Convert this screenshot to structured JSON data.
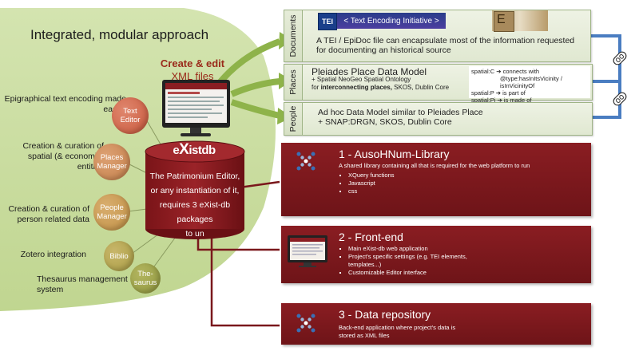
{
  "main_title": "Integrated, modular approach",
  "create_edit": {
    "line1": "Create & edit",
    "line2": "XML files"
  },
  "features": [
    "Epigraphical text encoding made easier",
    "Creation & curation of spatial (& economic) entities",
    "Creation & curation of person related data",
    "Zotero integration",
    "Thesaurus management system"
  ],
  "modules": [
    {
      "line1": "Text",
      "line2": "Editor"
    },
    {
      "line1": "Places",
      "line2": "Manager"
    },
    {
      "line1": "People",
      "line2": "Manager"
    },
    {
      "line1": "Biblio",
      "line2": ""
    },
    {
      "line1": "The-",
      "line2": "saurus"
    }
  ],
  "db": {
    "logo_prefix": "e",
    "logo_cap": "X",
    "logo_suffix": "istdb",
    "text_lines": [
      "The Patrimonium Editor,",
      "or any instantiation of it,",
      "requires 3 eXist-db packages",
      "to  un"
    ]
  },
  "panels": {
    "documents": {
      "label": "Documents",
      "tei_logo": "TEI",
      "tei_banner": "< Text Encoding Initiative >",
      "text": "A TEI / EpiDoc file can encapsulate most of the information requested for documenting an historical source"
    },
    "places": {
      "label": "Places",
      "title": "Pleiades Place Data Model",
      "line2": "+ Spatial NeoGeo Spatial Ontology",
      "line3_prefix": "for ",
      "line3_bold": "interconnecting places,",
      "line3_suffix": " SKOS, Dublin Core",
      "spatial": [
        {
          "key": "spatial:C",
          "value": "connects with"
        },
        {
          "key": "",
          "value": "@type:hasInItsVicinity / isInVicinityOf"
        },
        {
          "key": "spatial:P",
          "value": "is part of"
        },
        {
          "key": "spatial:Pi",
          "value": "is made of"
        }
      ]
    },
    "people": {
      "label": "People",
      "line1": "Ad hoc Data Model similar to Pleiades Place",
      "line2": "+ SNAP:DRGN, SKOS, Dublin Core"
    }
  },
  "repos": [
    {
      "title": "1 - AusoHNum-Library",
      "desc": "A shared library containing all that is required for the web platform to run",
      "items": [
        "XQuery functions",
        "Javascript",
        "css"
      ]
    },
    {
      "title": "2 - Front-end",
      "desc": "",
      "items": [
        "Main eXist-db web application",
        "Project's specific settings (e.g. TEI elements, templates...)",
        "Customizable Editor interface"
      ]
    },
    {
      "title": "3 - Data repository",
      "desc": "Back-end application where project's data is stored as XML files",
      "items": []
    }
  ],
  "colors": {
    "green_area": "#c8dc9e",
    "arrow_green": "#8eb34a",
    "dark_red": "#7a181c",
    "link_blue": "#4a7dc1"
  }
}
